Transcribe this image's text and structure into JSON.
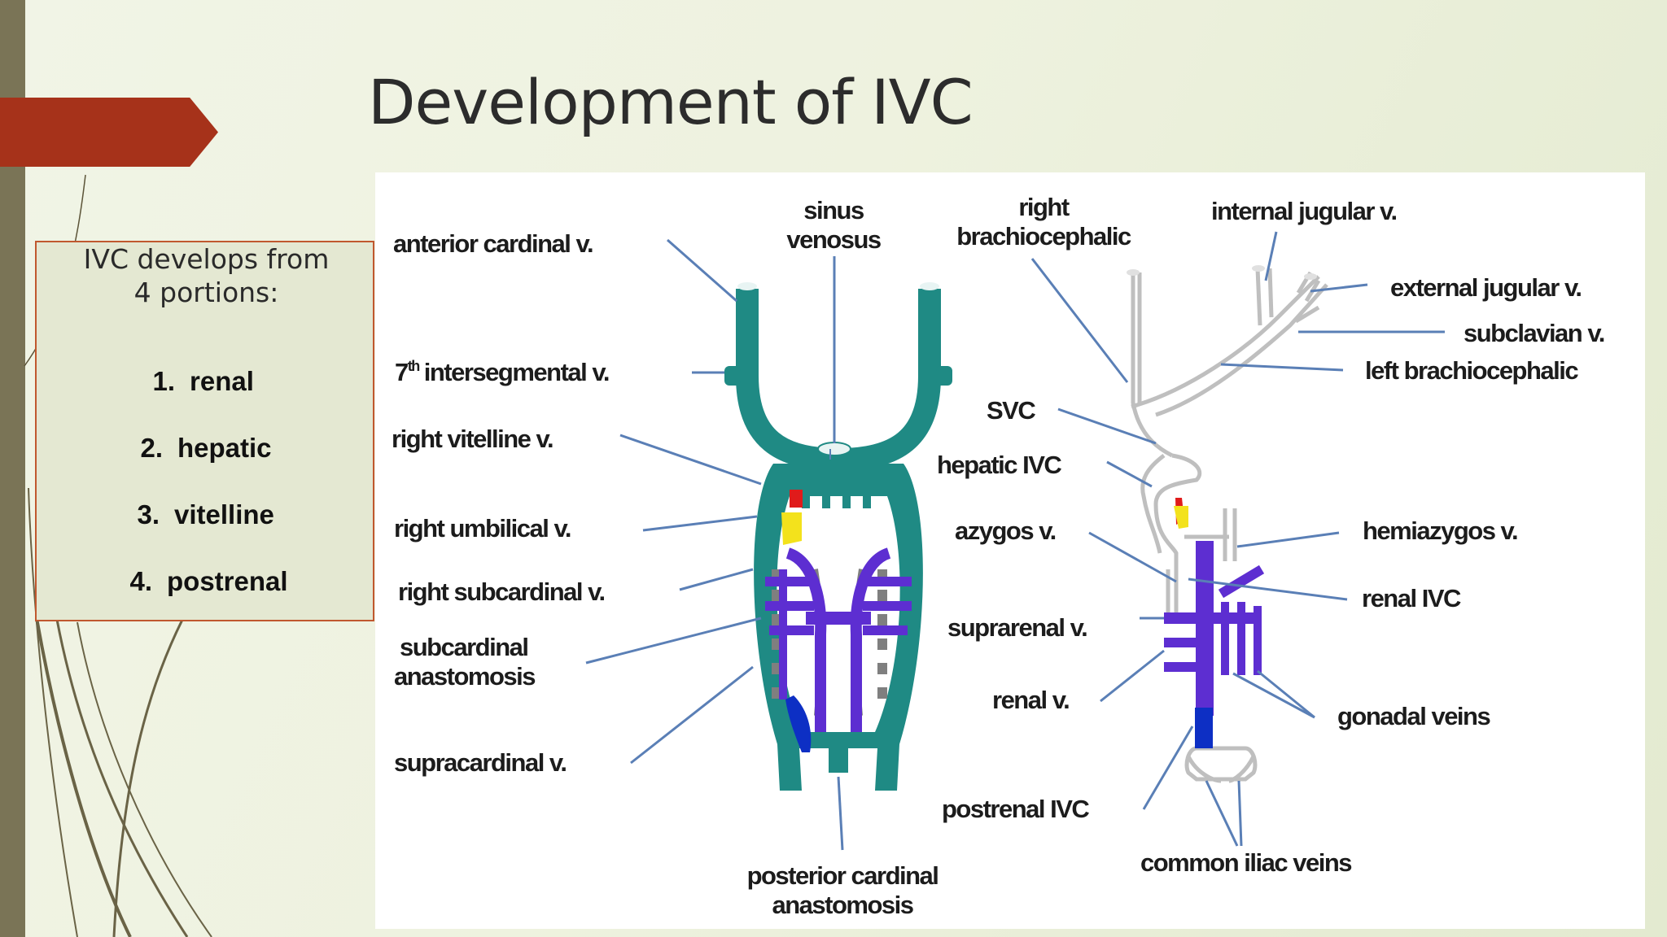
{
  "slide": {
    "title": "Development of IVC",
    "accent_color": "#a6321a",
    "sidebar_color": "#7a7456"
  },
  "info_box": {
    "intro_line1": "IVC develops from",
    "intro_line2": "4 portions:",
    "items": [
      {
        "num": "1.",
        "text": "renal"
      },
      {
        "num": "2.",
        "text": "hepatic"
      },
      {
        "num": "3.",
        "text": "vitelline"
      },
      {
        "num": "4.",
        "text": "postrenal"
      }
    ]
  },
  "diagram": {
    "colors": {
      "cardinal_veins": "#1f8a84",
      "subcardinal": "#5d2ed1",
      "renal_segment": "#0d2fc4",
      "hepatic_red": "#e01b1b",
      "vitelline_yellow": "#f3e21c",
      "gray_veins": "#7f7f7f",
      "leader_lines": "#5a7fb6"
    },
    "left_labels": {
      "anterior_cardinal": "anterior cardinal v.",
      "sinus_l1": "sinus",
      "sinus_l2": "venosus",
      "intersegmental_num": "7",
      "intersegmental_sup": "th",
      "intersegmental_text": "intersegmental v.",
      "right_vitelline": "right vitelline v.",
      "right_umbilical": "right umbilical v.",
      "right_subcardinal": "right subcardinal v.",
      "subcardinal_anast_l1": "subcardinal",
      "subcardinal_anast_l2": "anastomosis",
      "supracardinal": "supracardinal v.",
      "posterior_cardinal_l1": "posterior cardinal",
      "posterior_cardinal_l2": "anastomosis"
    },
    "right_labels": {
      "right_brachio_l1": "right",
      "right_brachio_l2": "brachiocephalic",
      "internal_jugular": "internal jugular v.",
      "external_jugular": "external jugular v.",
      "subclavian": "subclavian v.",
      "left_brachio": "left brachiocephalic",
      "svc": "SVC",
      "hepatic_ivc": "hepatic IVC",
      "azygos": "azygos v.",
      "hemiazygos": "hemiazygos v.",
      "renal_ivc": "renal IVC",
      "suprarenal": "suprarenal v.",
      "renal_v": "renal v.",
      "gonadal": "gonadal veins",
      "postrenal_ivc": "postrenal IVC",
      "common_iliac": "common iliac veins"
    }
  }
}
